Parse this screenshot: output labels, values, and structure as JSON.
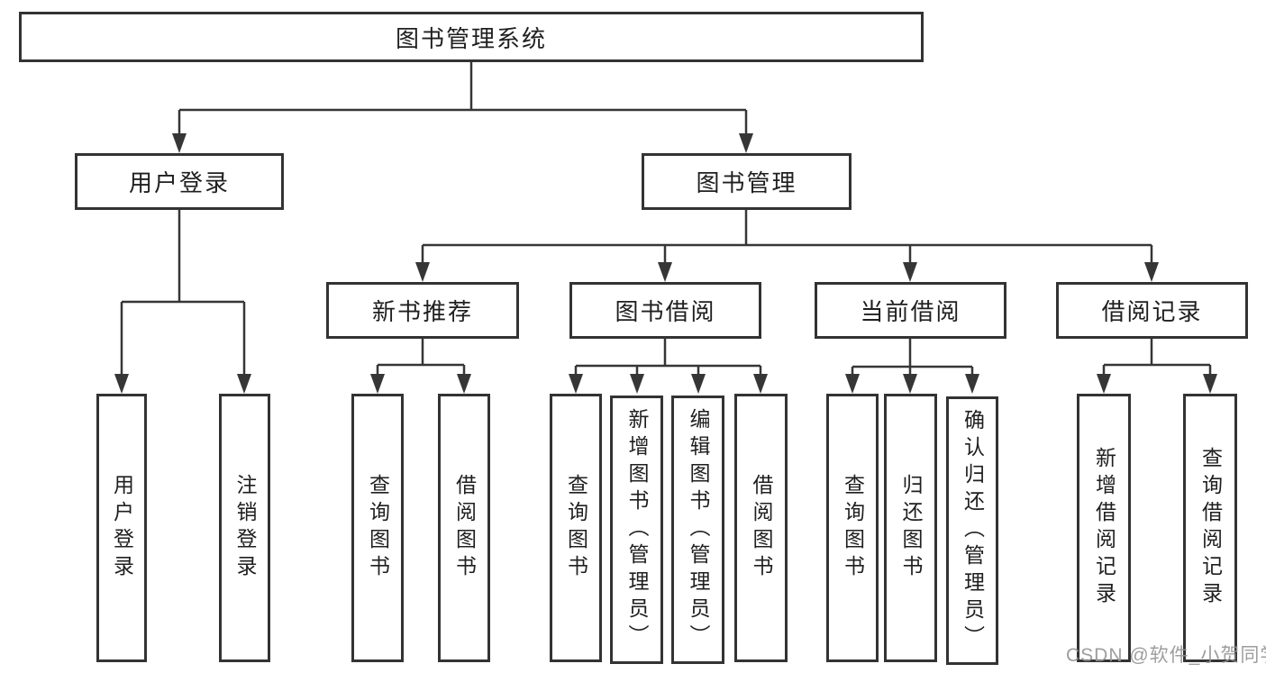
{
  "nodes": {
    "root": "图书管理系统",
    "user_login": "用户登录",
    "book_management": "图书管理",
    "user_login_children": [
      "用户登录",
      "注销登录"
    ],
    "groups": [
      {
        "label": "新书推荐",
        "children": [
          "查询图书",
          "借阅图书"
        ]
      },
      {
        "label": "图书借阅",
        "children": [
          "查询图书",
          "新增图书（管理员）",
          "编辑图书（管理员）",
          "借阅图书"
        ]
      },
      {
        "label": "当前借阅",
        "children": [
          "查询图书",
          "归还图书",
          "确认归还（管理员）"
        ]
      },
      {
        "label": "借阅记录",
        "children": [
          "新增借阅记录",
          "查询借阅记录"
        ]
      }
    ]
  },
  "watermark": {
    "text": "CSDN @软件_小贺同学"
  },
  "colors": {
    "line": "#363636",
    "box_border": "#333333",
    "box_fill": "#ffffff",
    "text": "#1f1f1f",
    "watermark": "#949494"
  }
}
